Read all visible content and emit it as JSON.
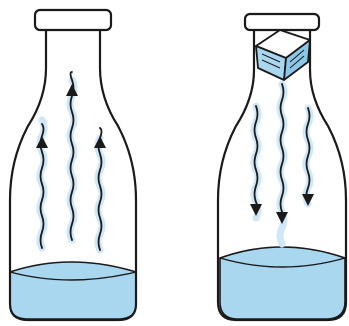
{
  "figure": {
    "panels": [
      {
        "id": "left-bottle",
        "cap_icon": "bottle-cap-icon",
        "arrow_direction": "up",
        "arrow_count": 3
      },
      {
        "id": "right-bottle",
        "cap_icon": "ice-cube-icon",
        "arrow_direction": "down",
        "arrow_count": 3
      }
    ],
    "colors": {
      "outline": "#1a1a1a",
      "water": "#a9d7ef",
      "water_shadow": "#8cc7e8",
      "flow_glow": "#cfe7f6",
      "cap_fill": "#ffffff",
      "ice_top": "#ffffff"
    }
  }
}
